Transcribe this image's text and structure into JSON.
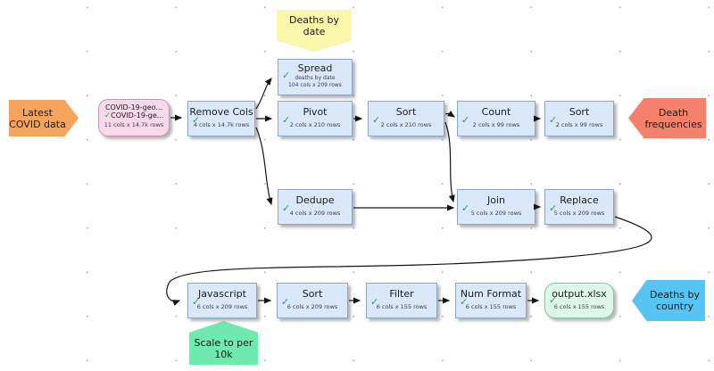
{
  "app": {
    "view": "data-transform-canvas"
  },
  "colors": {
    "node_fill": "#d9e9fb",
    "node_border": "#8ea7c2",
    "source_fill": "#f8d9e9",
    "output_fill": "#ddf8e6",
    "check_green": "#27a23e",
    "edge": "#141414",
    "comment_orange": "#f6a45b",
    "comment_yellow": "#f9f7ab",
    "comment_red": "#f5816d",
    "comment_blue": "#57c5f3",
    "comment_green": "#6fe9ad",
    "grid_dot": "#b3b3b3"
  },
  "icons": {
    "check": "✓"
  },
  "comments": {
    "latest_covid": {
      "label": "Latest COVID data"
    },
    "deaths_by_date": {
      "label": "Deaths by date"
    },
    "death_frequencies": {
      "label": "Death frequencies"
    },
    "deaths_by_country": {
      "label": "Deaths by country"
    },
    "scale_to_per_10k": {
      "label": "Scale to per 10k"
    }
  },
  "nodes": {
    "source": {
      "line1": "COVID-19-geo...",
      "line2": "COVID-19-ge...",
      "stats": "11 cols x 14.7k rows"
    },
    "remove_cols": {
      "title": "Remove Cols",
      "stats": "4 cols x 14.7k rows"
    },
    "spread": {
      "title": "Spread",
      "note": "deaths by date",
      "stats": "104 cols x 209 rows"
    },
    "pivot": {
      "title": "Pivot",
      "stats": "2 cols x 210 rows"
    },
    "sort1": {
      "title": "Sort",
      "stats": "2 cols x 210 rows"
    },
    "count": {
      "title": "Count",
      "stats": "2 cols x 99 rows"
    },
    "sort2": {
      "title": "Sort",
      "stats": "2 cols x 99 rows"
    },
    "dedupe": {
      "title": "Dedupe",
      "stats": "4 cols x 209 rows"
    },
    "join": {
      "title": "Join",
      "stats": "5 cols x 209 rows"
    },
    "replace": {
      "title": "Replace",
      "stats": "5 cols x 209 rows"
    },
    "javascript": {
      "title": "Javascript",
      "stats": "6 cols x 209 rows"
    },
    "sort3": {
      "title": "Sort",
      "stats": "6 cols x 209 rows"
    },
    "filter": {
      "title": "Filter",
      "stats": "6 cols x 155 rows"
    },
    "num_format": {
      "title": "Num Format",
      "stats": "6 cols x 155 rows"
    },
    "output": {
      "title": "output.xlsx",
      "stats": "6 cols x 155 rows"
    }
  }
}
